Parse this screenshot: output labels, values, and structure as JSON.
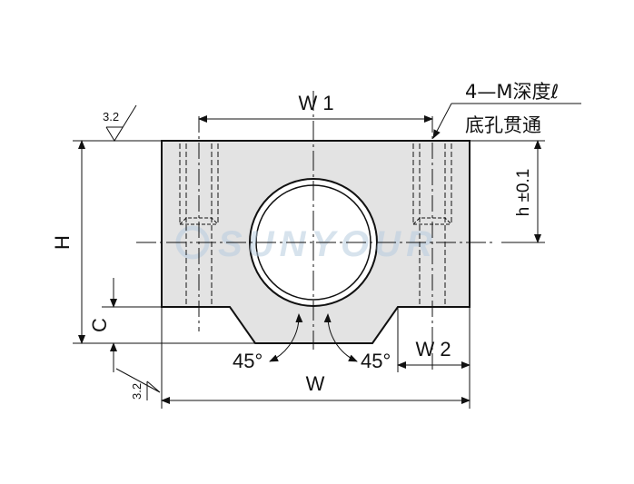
{
  "dims": {
    "w1": "W 1",
    "w": "W",
    "w2": "W 2",
    "h": "H",
    "c": "C",
    "h_tol": "h ±0.1",
    "angle_left": "45°",
    "angle_right": "45°"
  },
  "note": {
    "line1": "4—M深度ℓ",
    "line2": "底孔贯通"
  },
  "roughness": {
    "top": "3.2",
    "bottom": "3.2"
  },
  "watermark": "SUNYOUR",
  "colors": {
    "body_fill": "#e3e3e3",
    "outline": "#111111",
    "bore_fill": "#ffffff",
    "watermark": "#b8cde0"
  }
}
